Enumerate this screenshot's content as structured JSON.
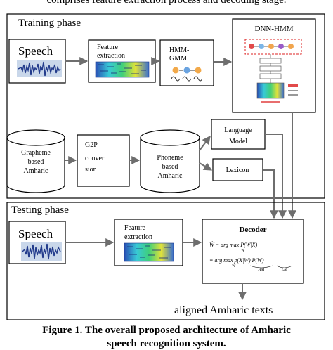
{
  "header_text": "comprises feature extraction process and decoding stage.",
  "training": {
    "title": "Training phase",
    "speech_label": "Speech",
    "feature_label_1": "Feature",
    "feature_label_2": "extraction",
    "hmm_label_1": "HMM-",
    "hmm_label_2": "GMM",
    "dnn_label": "DNN-HMM"
  },
  "middle": {
    "grapheme_1": "Grapheme",
    "grapheme_2": "based",
    "grapheme_3": "Amharic",
    "g2p_1": "G2P",
    "g2p_2": "conver",
    "g2p_3": "sion",
    "phoneme_1": "Phoneme",
    "phoneme_2": "based",
    "phoneme_3": "Amharic",
    "lm_1": "Language",
    "lm_2": "Model",
    "lexicon": "Lexicon"
  },
  "testing": {
    "title": "Testing phase",
    "speech_label": "Speech",
    "feature_label_1": "Feature",
    "feature_label_2": "extraction",
    "decoder_title": "Decoder",
    "eq1_lhs": "Ŵ = arg max P(W|X)",
    "eq1_sub": "W",
    "eq2": "= arg max p(X|W) P(W)",
    "eq2_sub": "W",
    "am_label": "AM",
    "lm_label": "LM",
    "output_text": "aligned Amharic texts"
  },
  "caption_1": "Figure 1. The overall proposed architecture of Amharic",
  "caption_2": "speech recognition system.",
  "colors": {
    "arrow": "#6e6e6e",
    "waveform_bg": "#c9d7ea",
    "waveform": "#233c8c",
    "heat_low": "#2a4fb5",
    "heat_mid": "#3fcf7a",
    "heat_high": "#e0e23a"
  }
}
